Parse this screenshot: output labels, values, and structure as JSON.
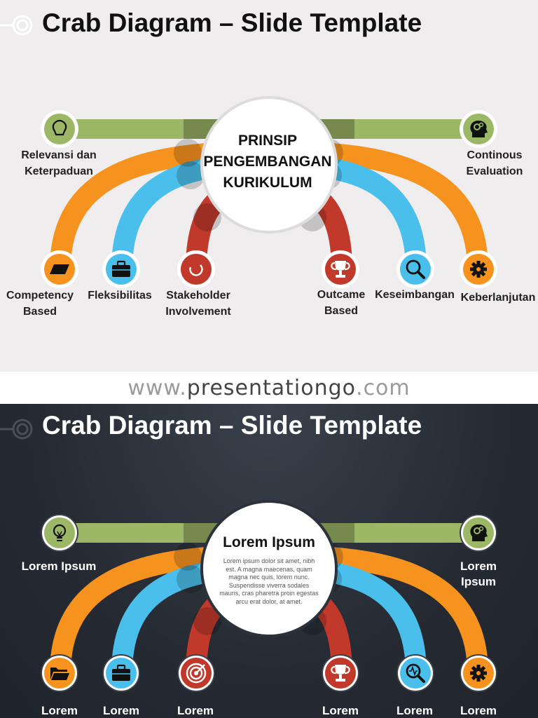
{
  "colors": {
    "green": "#9cb866",
    "orange": "#f6921e",
    "blue": "#4bbfeb",
    "red": "#c0392b",
    "light_bg": "#efedee",
    "dark_bg": "#262b33"
  },
  "website": {
    "prefix": "www.",
    "domain": "presentationgo",
    "suffix": ".com"
  },
  "slides": [
    {
      "title": "Crab Diagram – Slide Template",
      "center_title": "PRINSIP PENGEMBANGAN KURIKULUM",
      "center_body": "",
      "nodes": [
        {
          "id": "top-left",
          "color": "green",
          "icon": "lightbulb-icon",
          "label": "Relevansi dan Keterpaduan"
        },
        {
          "id": "top-right",
          "color": "green",
          "icon": "head-gears-icon",
          "label": "Continous Evaluation"
        },
        {
          "id": "outer-left",
          "color": "orange",
          "icon": "folder-icon",
          "label": "Competency Based"
        },
        {
          "id": "middle-left",
          "color": "blue",
          "icon": "briefcase-icon",
          "label": "Fleksibilitas"
        },
        {
          "id": "inner-left",
          "color": "red",
          "icon": "target-icon",
          "label": "Stakeholder Involvement"
        },
        {
          "id": "inner-right",
          "color": "red",
          "icon": "trophy-icon",
          "label": "Outcame Based"
        },
        {
          "id": "middle-right",
          "color": "blue",
          "icon": "magnifier-icon",
          "label": "Keseimbangan"
        },
        {
          "id": "outer-right",
          "color": "orange",
          "icon": "gear-icon",
          "label": "Keberlanjutan"
        }
      ]
    },
    {
      "title": "Crab Diagram – Slide Template",
      "center_title": "Lorem Ipsum",
      "center_body": "Lorem ipsum dolor sit amet, nibh est. A magna maecenas, quam magna nec quis, lorem nunc. Suspendisse viverra sodales mauris, cras pharetra proin egestas arcu erat dolor, at amet.",
      "nodes": [
        {
          "id": "top-left",
          "color": "green",
          "icon": "lightbulb-icon",
          "label": "Lorem Ipsum"
        },
        {
          "id": "top-right",
          "color": "green",
          "icon": "head-gears-icon",
          "label": "Lorem Ipsum"
        },
        {
          "id": "outer-left",
          "color": "orange",
          "icon": "folder-icon",
          "label": "Lorem"
        },
        {
          "id": "middle-left",
          "color": "blue",
          "icon": "briefcase-icon",
          "label": "Lorem"
        },
        {
          "id": "inner-left",
          "color": "red",
          "icon": "target-icon",
          "label": "Lorem"
        },
        {
          "id": "inner-right",
          "color": "red",
          "icon": "trophy-icon",
          "label": "Lorem"
        },
        {
          "id": "middle-right",
          "color": "blue",
          "icon": "magnifier-icon",
          "label": "Lorem"
        },
        {
          "id": "outer-right",
          "color": "orange",
          "icon": "gear-icon",
          "label": "Lorem"
        }
      ]
    }
  ]
}
